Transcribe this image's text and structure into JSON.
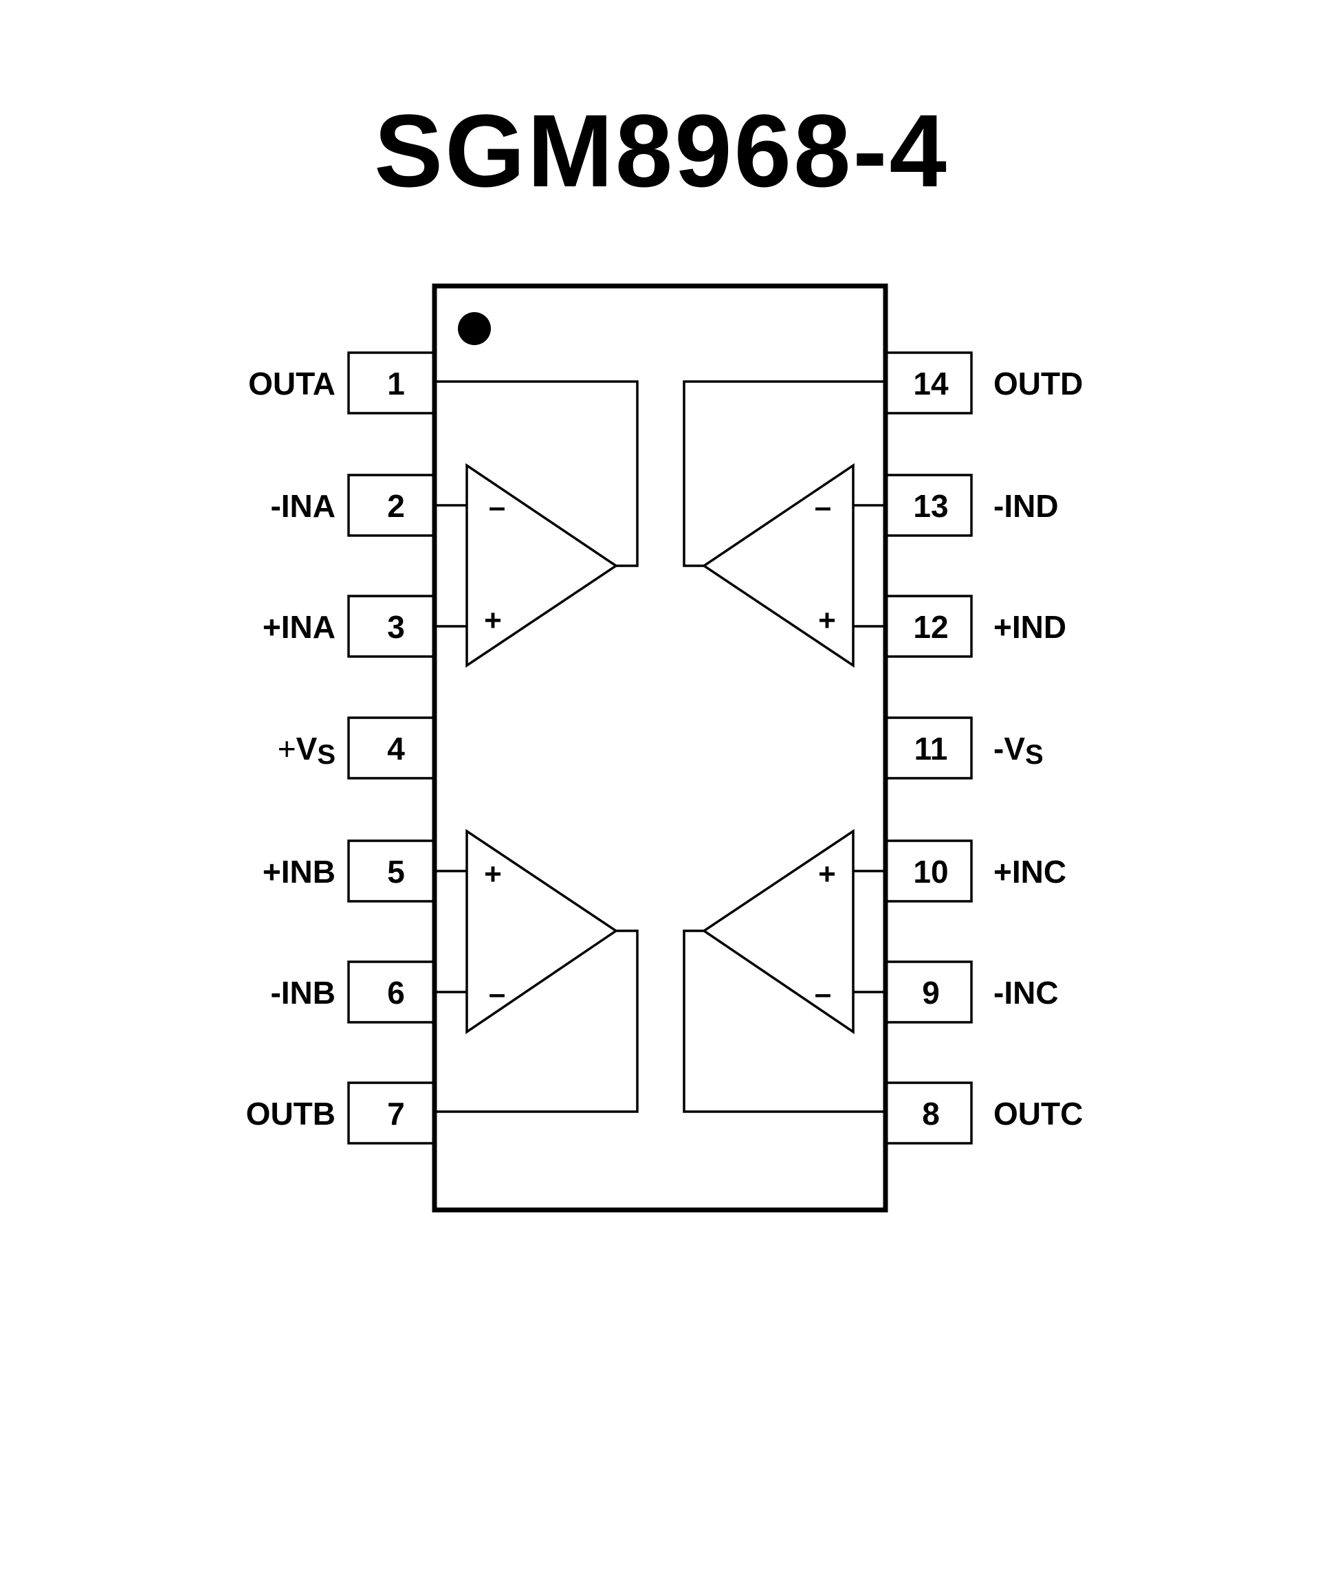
{
  "title": "SGM8968-4",
  "package": {
    "pin1_marker": "dot-icon",
    "left_pins": [
      {
        "number": "1",
        "label": "OUTA"
      },
      {
        "number": "2",
        "label": "-INA"
      },
      {
        "number": "3",
        "label": "+INA"
      },
      {
        "number": "4",
        "label_sign": "+",
        "label_main": "V",
        "label_sub": "S",
        "label": "+VS"
      },
      {
        "number": "5",
        "label": "+INB"
      },
      {
        "number": "6",
        "label": "-INB"
      },
      {
        "number": "7",
        "label": "OUTB"
      }
    ],
    "right_pins": [
      {
        "number": "14",
        "label": "OUTD"
      },
      {
        "number": "13",
        "label": "-IND"
      },
      {
        "number": "12",
        "label": "+IND"
      },
      {
        "number": "11",
        "label_sign": "-",
        "label_main": "V",
        "label_sub": "S",
        "label": "-VS"
      },
      {
        "number": "10",
        "label": "+INC"
      },
      {
        "number": "9",
        "label": "-INC"
      },
      {
        "number": "8",
        "label": "OUTC"
      }
    ],
    "amplifiers": [
      {
        "name": "A",
        "top_input_sign": "–",
        "bottom_input_sign": "+"
      },
      {
        "name": "D",
        "top_input_sign": "–",
        "bottom_input_sign": "+"
      },
      {
        "name": "B",
        "top_input_sign": "+",
        "bottom_input_sign": "–"
      },
      {
        "name": "C",
        "top_input_sign": "+",
        "bottom_input_sign": "–"
      }
    ]
  }
}
